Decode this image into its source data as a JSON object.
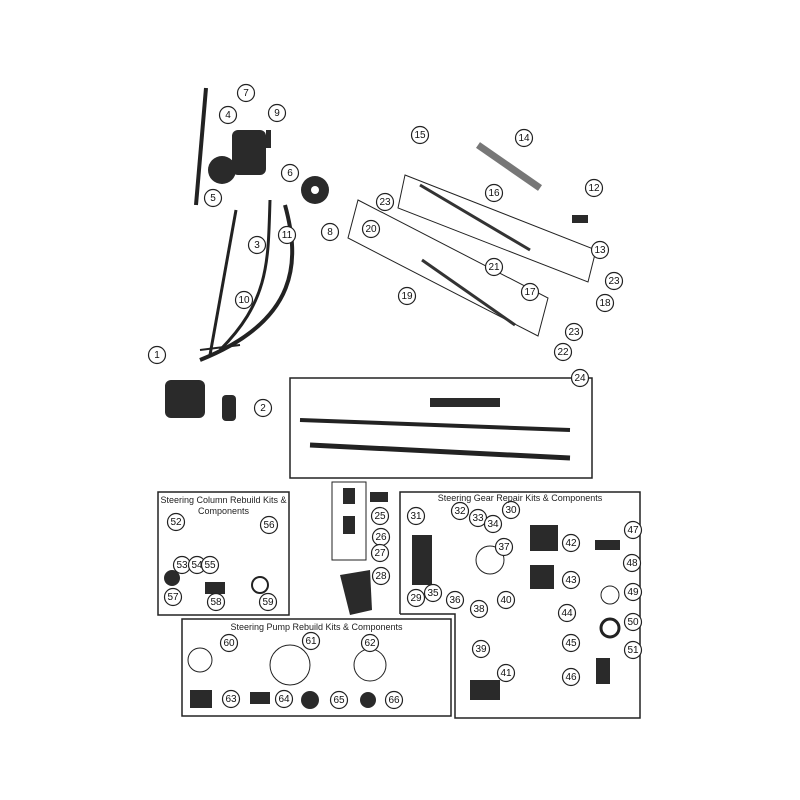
{
  "titles": {
    "column": "Steering Column Rebuild Kits & Components",
    "pump": "Steering Pump Rebuild Kits & Components",
    "gear": "Steering Gear Repair Kits & Components"
  },
  "callouts": [
    "1",
    "2",
    "3",
    "4",
    "5",
    "6",
    "7",
    "8",
    "9",
    "10",
    "11",
    "12",
    "13",
    "14",
    "15",
    "16",
    "17",
    "18",
    "19",
    "20",
    "21",
    "22",
    "23",
    "23",
    "23",
    "24",
    "25",
    "26",
    "27",
    "28",
    "29",
    "30",
    "31",
    "32",
    "33",
    "34",
    "35",
    "36",
    "37",
    "38",
    "39",
    "40",
    "41",
    "42",
    "43",
    "44",
    "45",
    "46",
    "47",
    "48",
    "49",
    "50",
    "51",
    "52",
    "53",
    "54",
    "55",
    "56",
    "57",
    "58",
    "59",
    "60",
    "61",
    "62",
    "63",
    "64",
    "65",
    "66"
  ]
}
